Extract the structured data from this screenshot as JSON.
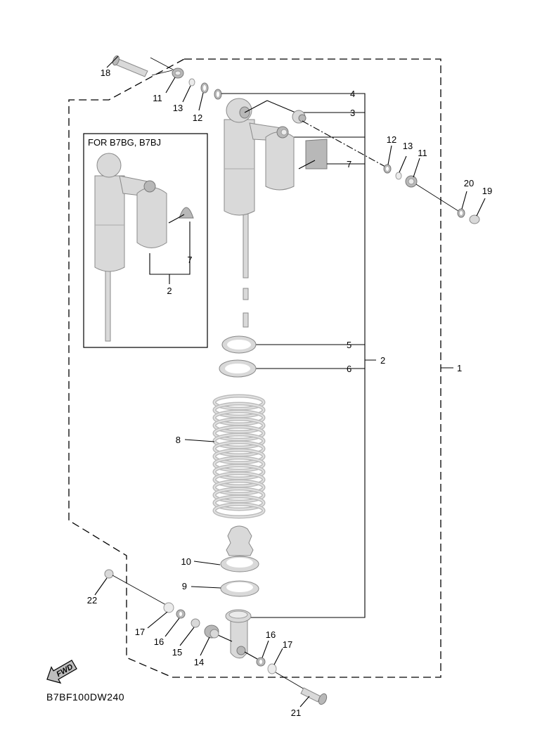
{
  "diagram": {
    "code": "B7BF100DW240",
    "fwd_label": "FWD",
    "inset": {
      "title": "FOR B7BG, B7BJ",
      "callouts": [
        "7",
        "2"
      ]
    },
    "callouts": {
      "c1": "1",
      "c2": "2",
      "c3": "3",
      "c4": "4",
      "c5": "5",
      "c6": "6",
      "c7": "7",
      "c8": "8",
      "c9": "9",
      "c10": "10",
      "c11a": "11",
      "c11b": "11",
      "c12a": "12",
      "c12b": "12",
      "c13a": "13",
      "c13b": "13",
      "c14": "14",
      "c15": "15",
      "c16a": "16",
      "c16b": "16",
      "c17a": "17",
      "c17b": "17",
      "c18": "18",
      "c19": "19",
      "c20": "20",
      "c21": "21",
      "c22": "22"
    }
  }
}
